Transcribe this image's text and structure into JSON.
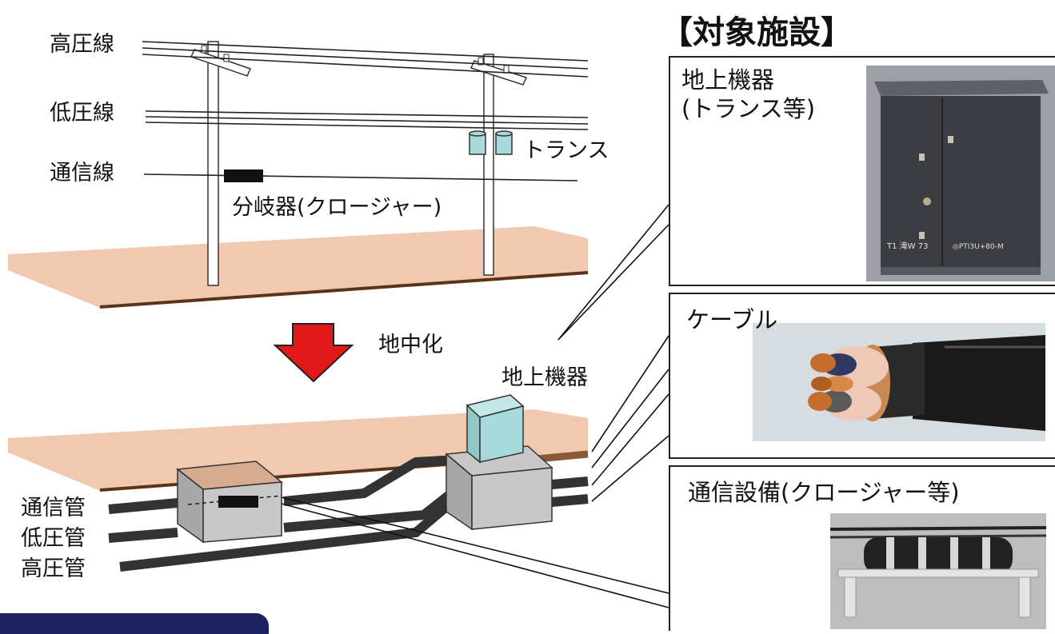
{
  "overhead_labels": {
    "high_voltage_line": "高圧線",
    "low_voltage_line": "低圧線",
    "comm_line": "通信線",
    "transformer": "トランス",
    "closure": "分岐器(クロージャー)"
  },
  "arrow_label": "地中化",
  "underground_labels": {
    "ground_equipment": "地上機器",
    "comm_pipe": "通信管",
    "low_voltage_pipe": "低圧管",
    "high_voltage_pipe": "高圧管"
  },
  "target_title": "【対象施設】",
  "panels": [
    {
      "label": "地上機器\n(トランス等)",
      "photo_icon": "ground-transformer-cabinet"
    },
    {
      "label": "ケーブル",
      "photo_icon": "power-cable-cross-section"
    },
    {
      "label": "通信設備(クロージャー等)",
      "photo_icon": "telecom-closure"
    }
  ],
  "photo_texts": {
    "cabinet_plate_left": "T1 滝W 73",
    "cabinet_plate_right": "◎PTI3U+80-M"
  },
  "colors": {
    "ground": "#f1c9b0",
    "ground_edge": "#5c3317",
    "pipe": "#333333",
    "transformer": "#a9dadb",
    "box": "#c8c8c8",
    "arrow": "#e01818",
    "navbar": "#1c2260"
  }
}
